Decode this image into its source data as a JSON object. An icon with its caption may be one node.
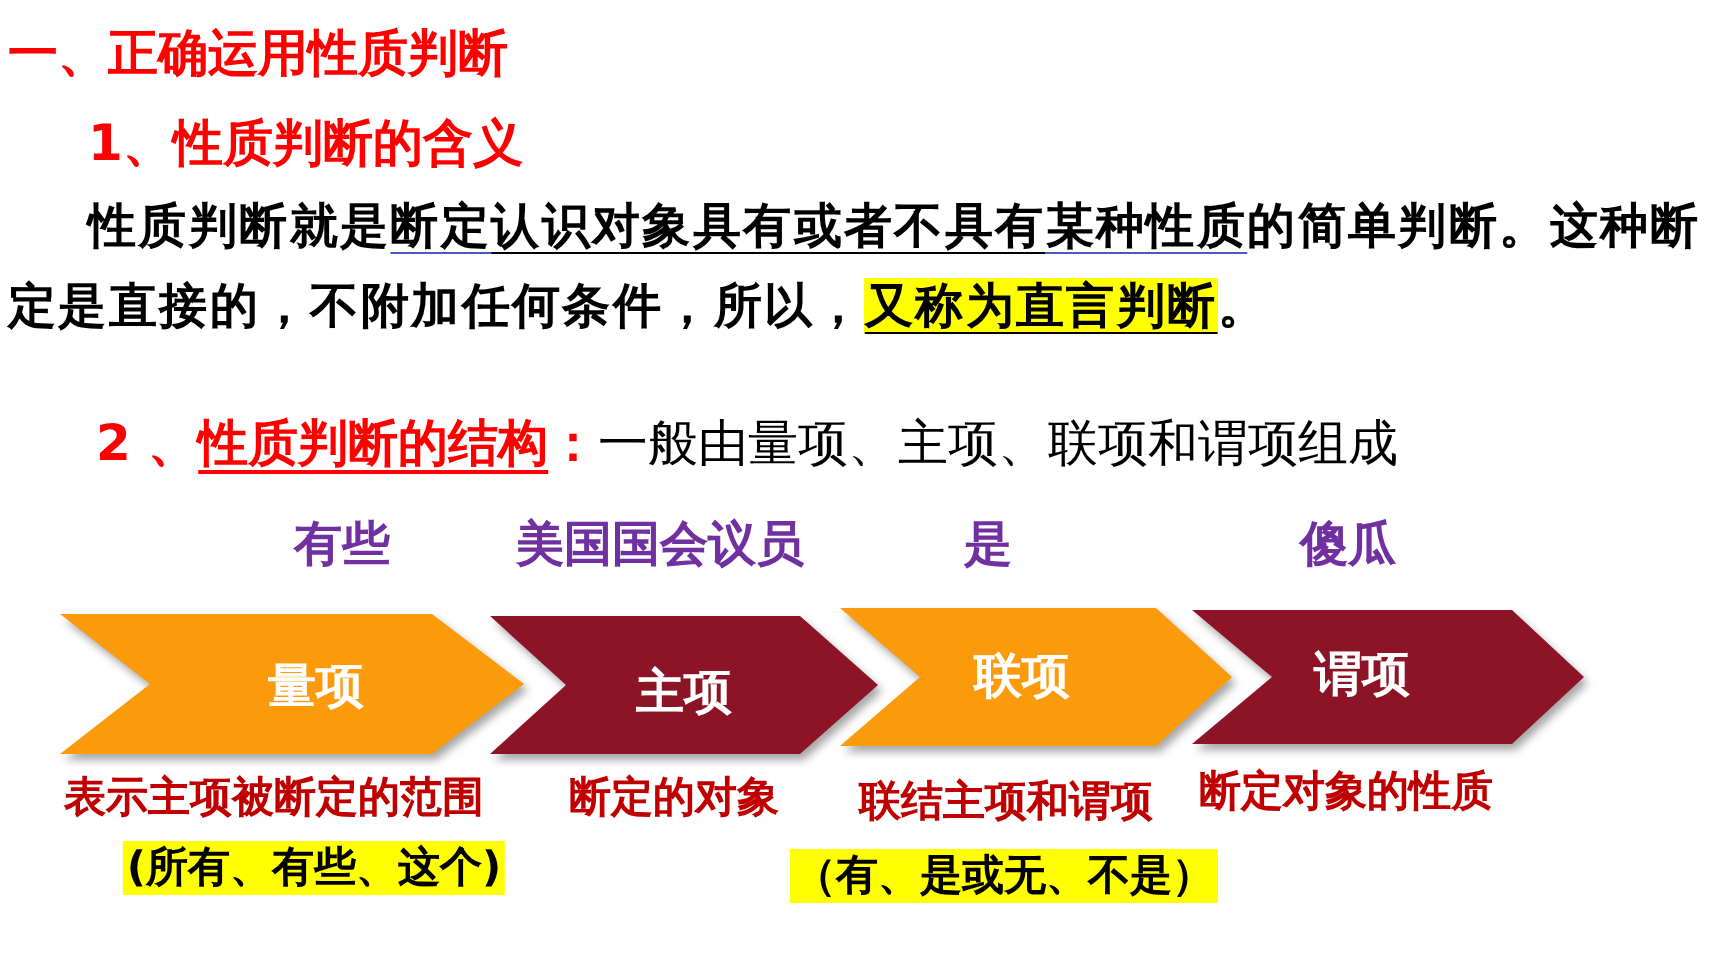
{
  "diagram": {
    "title": "一、正确运用性质判断",
    "nodes": [
      {
        "text": [
          "量项"
        ],
        "beside": [
          "有些",
          "表示主项被断定的范围",
          "(所有、有些、这个)"
        ]
      },
      {
        "text": [
          "主项"
        ],
        "beside": [
          "美国国会议员",
          "断定的对象"
        ]
      },
      {
        "text": [
          "联项"
        ],
        "beside": [
          "是",
          "联结主项和谓项",
          "（有、是或无、不是）"
        ]
      },
      {
        "text": [
          "谓项"
        ],
        "beside": [
          "傻瓜",
          "断定对象的性质"
        ]
      }
    ],
    "labels": [
      "1、性质判断的含义",
      "性质判断就是断定认识对象具有或者不具有某种性质的简单判断。这种断定是直接的，不附加任何条件，所以，又称为直言判断。",
      "2 、性质判断的结构：",
      "一般由量项、主项、联项和谓项组成"
    ]
  }
}
